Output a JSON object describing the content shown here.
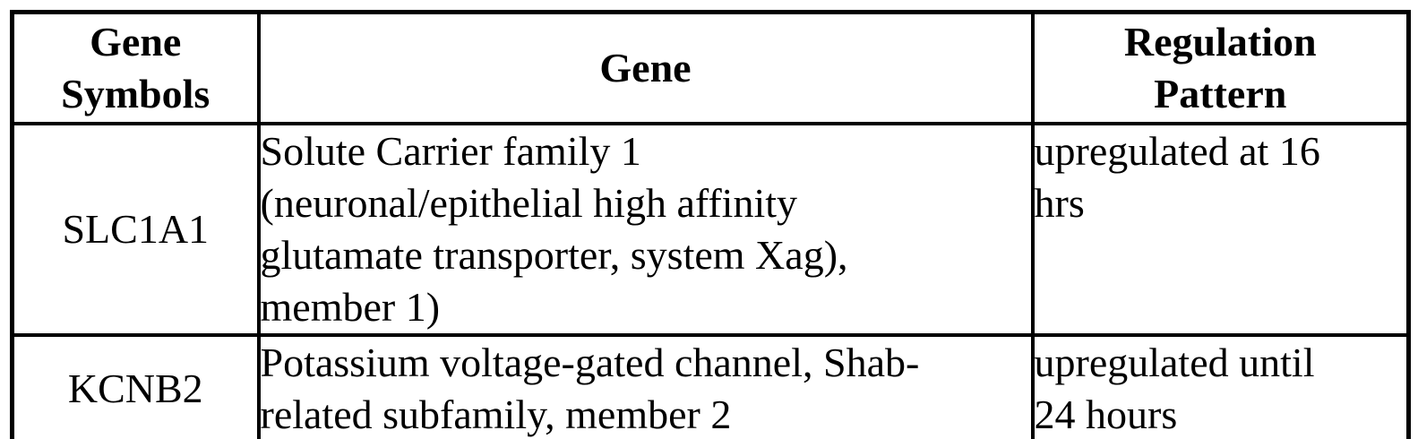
{
  "table": {
    "columns": [
      {
        "label": "Gene\nSymbols"
      },
      {
        "label": "Gene"
      },
      {
        "label": "Regulation\nPattern"
      }
    ],
    "rows": [
      {
        "symbol": "SLC1A1",
        "gene": "Solute Carrier family 1\n(neuronal/epithelial high affinity\nglutamate transporter, system Xag),\nmember 1)",
        "regulation": "upregulated at 16\nhrs"
      },
      {
        "symbol": "KCNB2",
        "gene": "Potassium voltage-gated channel, Shab-\nrelated subfamily, member 2",
        "regulation": "upregulated until\n24 hours"
      }
    ]
  },
  "colors": {
    "border": "#000000",
    "background": "#ffffff",
    "text": "#000000"
  }
}
